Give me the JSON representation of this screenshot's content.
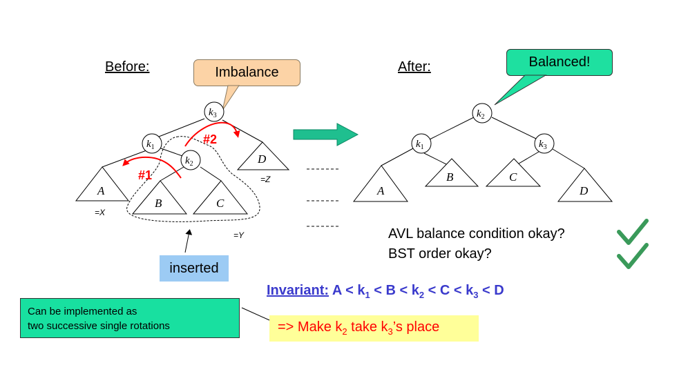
{
  "before_label": "Before:",
  "after_label": "After:",
  "imbalance_callout": "Imbalance",
  "balanced_callout": "Balanced!",
  "inserted_label": "inserted",
  "before_tree": {
    "k3": {
      "base": "k",
      "sub": "3"
    },
    "k1": {
      "base": "k",
      "sub": "1"
    },
    "k2": {
      "base": "k",
      "sub": "2"
    },
    "A": "A",
    "B": "B",
    "C": "C",
    "D": "D",
    "eqX": "=X",
    "eqY": "=Y",
    "eqZ": "=Z",
    "step1": "#1",
    "step2": "#2"
  },
  "after_tree": {
    "k2": {
      "base": "k",
      "sub": "2"
    },
    "k1": {
      "base": "k",
      "sub": "1"
    },
    "k3": {
      "base": "k",
      "sub": "3"
    },
    "A": "A",
    "B": "B",
    "C": "C",
    "D": "D"
  },
  "checks": {
    "avl": "AVL balance condition okay?",
    "bst": "BST order okay?"
  },
  "invariant": {
    "label": "Invariant:",
    "parts": [
      " A < k",
      "1",
      " < B < k",
      "2",
      " < C < k",
      "3",
      " < D"
    ]
  },
  "note_box": {
    "line1": "Can be implemented as",
    "line2": "two successive single rotations"
  },
  "make_k2": {
    "prefix": "=> Make k",
    "sub": "2",
    "mid": " take k",
    "sub2": "3",
    "suffix": "’s place"
  },
  "colors": {
    "arrow_teal": "#1fbf8f",
    "callout_orange": "#fcd3a6",
    "callout_green": "#1ee0a0",
    "inserted_blue": "#9ccbf4",
    "note_green": "#18e0a0",
    "highlight_yellow": "#ffff99",
    "red": "#ff0000",
    "invariant_blue": "#3a3acc",
    "check_green": "#3a9a5a"
  }
}
